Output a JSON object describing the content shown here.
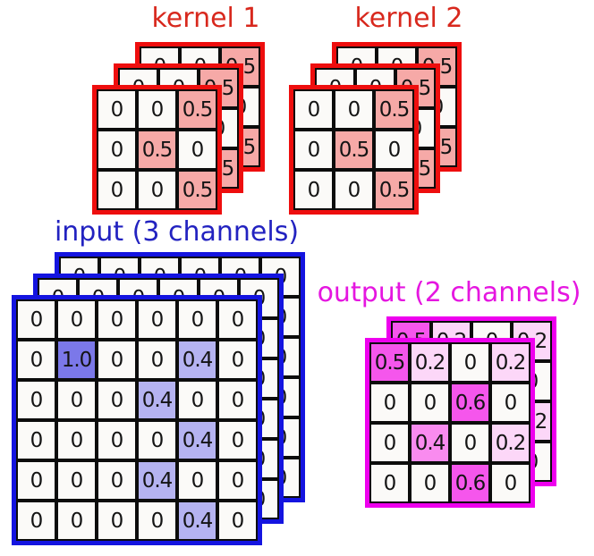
{
  "figure_caption": "convolution diagram with kernels, input channels and output channels",
  "grid_line_color": "#0c0c0c",
  "cell_default_bg": "#fbfaf8",
  "cell_text_color": "#141414",
  "stacks": {
    "kernel1": {
      "title": "kernel 1",
      "title_color": "#d8281d",
      "accent": "#ee0e0e",
      "layers": 3,
      "rows": 3,
      "cols": 3,
      "values": [
        [
          "0",
          "0",
          "0.5"
        ],
        [
          "0",
          "0.5",
          "0"
        ],
        [
          "0",
          "0",
          "0.5"
        ]
      ],
      "highlights": {
        "0.5": "#f6a9a7"
      }
    },
    "kernel2": {
      "title": "kernel 2",
      "title_color": "#d8281d",
      "accent": "#ee0e0e",
      "layers": 3,
      "rows": 3,
      "cols": 3,
      "values": [
        [
          "0",
          "0",
          "0.5"
        ],
        [
          "0",
          "0.5",
          "0"
        ],
        [
          "0",
          "0",
          "0.5"
        ]
      ],
      "highlights": {
        "0.5": "#f6a9a7"
      }
    },
    "input": {
      "title": "input (3 channels)",
      "title_color": "#2222c0",
      "accent": "#1414e0",
      "layers": 3,
      "rows": 6,
      "cols": 6,
      "values": [
        [
          "0",
          "0",
          "0",
          "0",
          "0",
          "0"
        ],
        [
          "0",
          "1.0",
          "0",
          "0",
          "0.4",
          "0"
        ],
        [
          "0",
          "0",
          "0",
          "0.4",
          "0",
          "0"
        ],
        [
          "0",
          "0",
          "0",
          "0",
          "0.4",
          "0"
        ],
        [
          "0",
          "0",
          "0",
          "0.4",
          "0",
          "0"
        ],
        [
          "0",
          "0",
          "0",
          "0",
          "0.4",
          "0"
        ]
      ],
      "highlights": {
        "1.0": "#7b78e9",
        "0.4": "#b5b3f1"
      }
    },
    "output": {
      "title": "output (2 channels)",
      "title_color": "#e516e0",
      "accent": "#ee00ee",
      "layers": 2,
      "rows": 4,
      "cols": 4,
      "values": [
        [
          "0.5",
          "0.2",
          "0",
          "0.2"
        ],
        [
          "0",
          "0",
          "0.6",
          "0"
        ],
        [
          "0",
          "0.4",
          "0",
          "0.2"
        ],
        [
          "0",
          "0",
          "0.6",
          "0"
        ]
      ],
      "highlights": {
        "0.6": "#f556ec",
        "0.5": "#f556ec",
        "0.4": "#f98bef",
        "0.2": "#fcd7f8"
      }
    }
  }
}
